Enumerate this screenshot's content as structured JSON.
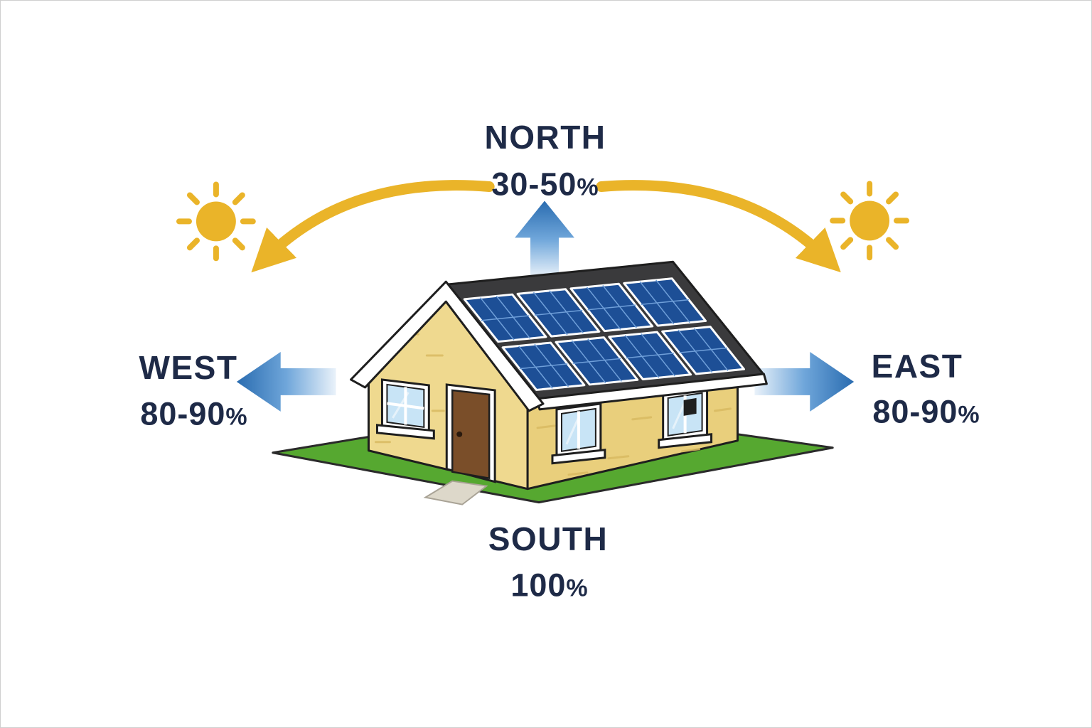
{
  "diagram": {
    "directions": {
      "north": {
        "label": "NORTH",
        "value": "30-50",
        "unit": "%"
      },
      "west": {
        "label": "WEST",
        "value": "80-90",
        "unit": "%"
      },
      "east": {
        "label": "EAST",
        "value": "80-90",
        "unit": "%"
      },
      "south": {
        "label": "SOUTH",
        "value": "100",
        "unit": "%"
      }
    }
  },
  "icons": {
    "sun_left": "sun-icon",
    "sun_right": "sun-icon",
    "north_arrow": "arrow-up-icon",
    "west_arrow": "arrow-left-icon",
    "east_arrow": "arrow-right-icon",
    "sun_path_left": "curved-arrow-icon",
    "sun_path_right": "curved-arrow-icon"
  },
  "colors": {
    "label_text": "#1e2a47",
    "arrow_blue": "#2a6cb0",
    "arrow_fade": "#e9f1f9",
    "sun_yellow": "#eab429",
    "grass_green": "#56a830",
    "wall_cream": "#efd98f",
    "roof_charcoal": "#3a3a3c",
    "solar_panel_blue": "#1d4f96",
    "door_brown": "#7a4e29",
    "window_glass": "#c8e4f6"
  }
}
